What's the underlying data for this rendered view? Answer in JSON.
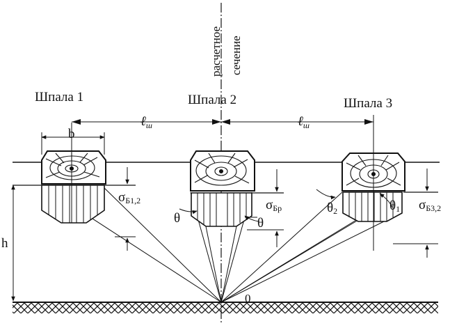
{
  "section_label": {
    "line1": "расчетное",
    "line2": "сечение"
  },
  "sleepers": [
    {
      "label": "Шпала 1"
    },
    {
      "label": "Шпала 2"
    },
    {
      "label": "Шпала 3"
    }
  ],
  "spacing": {
    "symbol": "ℓ",
    "subscript": "ш"
  },
  "width_label": "b",
  "height_label": "h",
  "origin_label": "0",
  "stresses": {
    "s12": {
      "symbol": "σ",
      "subscript": "Б1,2"
    },
    "sbr": {
      "symbol": "σ",
      "subscript": "Бр"
    },
    "s32": {
      "symbol": "σ",
      "subscript": "Б3,2"
    }
  },
  "angles": {
    "theta": "θ",
    "theta_right": "θ",
    "theta1": {
      "symbol": "θ",
      "subscript": "1"
    },
    "theta2": {
      "symbol": "θ",
      "subscript": "2"
    }
  }
}
